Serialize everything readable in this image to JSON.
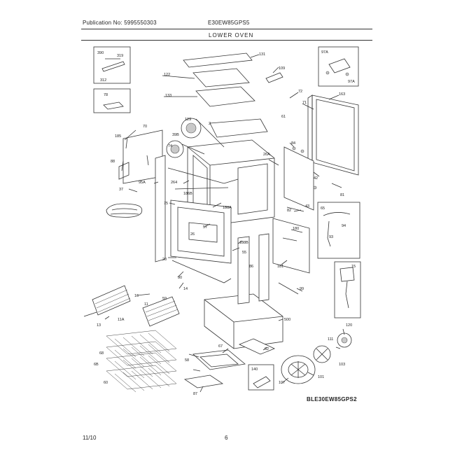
{
  "header": {
    "publication": "Publication No: 5995550303",
    "model": "E30EW85GPS5",
    "section": "LOWER OVEN"
  },
  "footer": {
    "date": "11/10",
    "page": "6"
  },
  "diagram_id": "BLE30EW85GPS2",
  "callouts": {
    "c390": "390",
    "c319": "319",
    "c312": "312",
    "c78": "78",
    "c131": "131",
    "c109": "109",
    "c122": "122",
    "c133": "133",
    "c97A": "97A",
    "c97A_b": "97A",
    "c72": "72",
    "c163": "163",
    "c71": "71",
    "c129": "129",
    "c39B": "39B",
    "c2": "2",
    "c61": "61",
    "c70": "70",
    "c185": "185",
    "c74": "74",
    "c88": "88",
    "c95A": "95A",
    "c37": "37",
    "c26A": "26A",
    "c264": "264",
    "c75": "75",
    "c186B": "186B",
    "c57": "57",
    "c26": "26",
    "c188A": "188A",
    "c188B": "188B",
    "c55": "55",
    "c84": "84",
    "c81": "81",
    "c42": "42",
    "c43": "43",
    "c82": "82",
    "c65": "65",
    "c94": "94",
    "c93": "93",
    "c15": "15",
    "c180": "180",
    "c181": "181",
    "c20": "20",
    "c90": "90",
    "c14": "14",
    "c59": "59",
    "c86": "86",
    "c99": "99",
    "c16": "16",
    "c13": "13",
    "c11": "11",
    "c11A": "11A",
    "c68": "68",
    "c6B": "6B",
    "c67": "67",
    "c500": "500",
    "c62": "62",
    "c140": "140",
    "c120": "120",
    "c111": "111",
    "c103": "103",
    "c107": "107",
    "c101": "101",
    "c60": "60",
    "c87": "87",
    "c58": "58"
  }
}
